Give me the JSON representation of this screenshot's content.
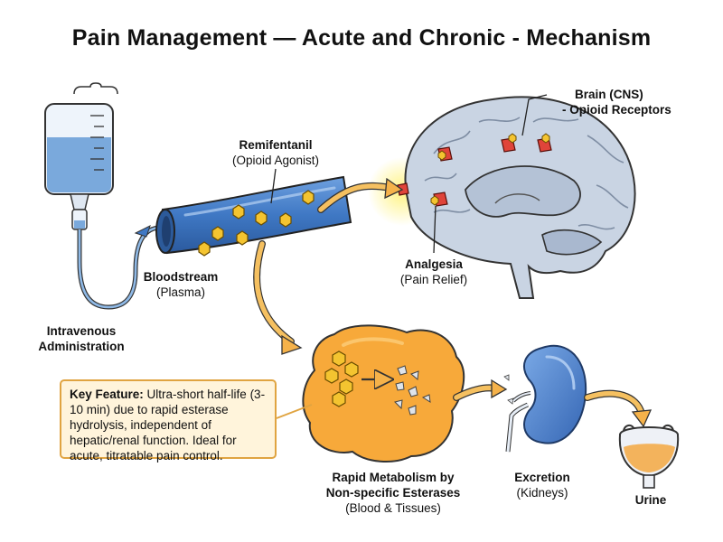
{
  "title": "Pain Management — Acute and Chronic - Mechanism",
  "labels": {
    "iv": {
      "line1": "Intravenous",
      "line2": "Administration"
    },
    "drug": {
      "name": "Remifentanil",
      "sub": "(Opioid Agonist)"
    },
    "blood": {
      "name": "Bloodstream",
      "sub": "(Plasma)"
    },
    "brain": {
      "line1": "Brain (CNS)",
      "line2": "- Opioid Receptors"
    },
    "analgesia": {
      "name": "Analgesia",
      "sub": "(Pain Relief)"
    },
    "metabolism": {
      "line1": "Rapid Metabolism by",
      "line2": "Non-specific Esterases",
      "sub": "(Blood & Tissues)"
    },
    "excretion": {
      "name": "Excretion",
      "sub": "(Kidneys)"
    },
    "urine": {
      "name": "Urine"
    }
  },
  "key_feature": {
    "heading": "Key Feature:",
    "text": " Ultra-short half-life (3-10 min) due to rapid esterase hydrolysis, independent of hepatic/renal function. Ideal for acute, titratable pain control."
  },
  "colors": {
    "iv_fluid": "#7aa9dc",
    "vessel": "#3f78c4",
    "drug_molecule": "#f4c430",
    "brain": "#c9d4e3",
    "receptor": "#e0443a",
    "metabolism": "#f7a93a",
    "kidney": "#4f86d1",
    "urine": "#f3b35c",
    "flow_arrow": "#f5c060",
    "note_border": "#e0a441",
    "note_fill": "#fff4db"
  }
}
